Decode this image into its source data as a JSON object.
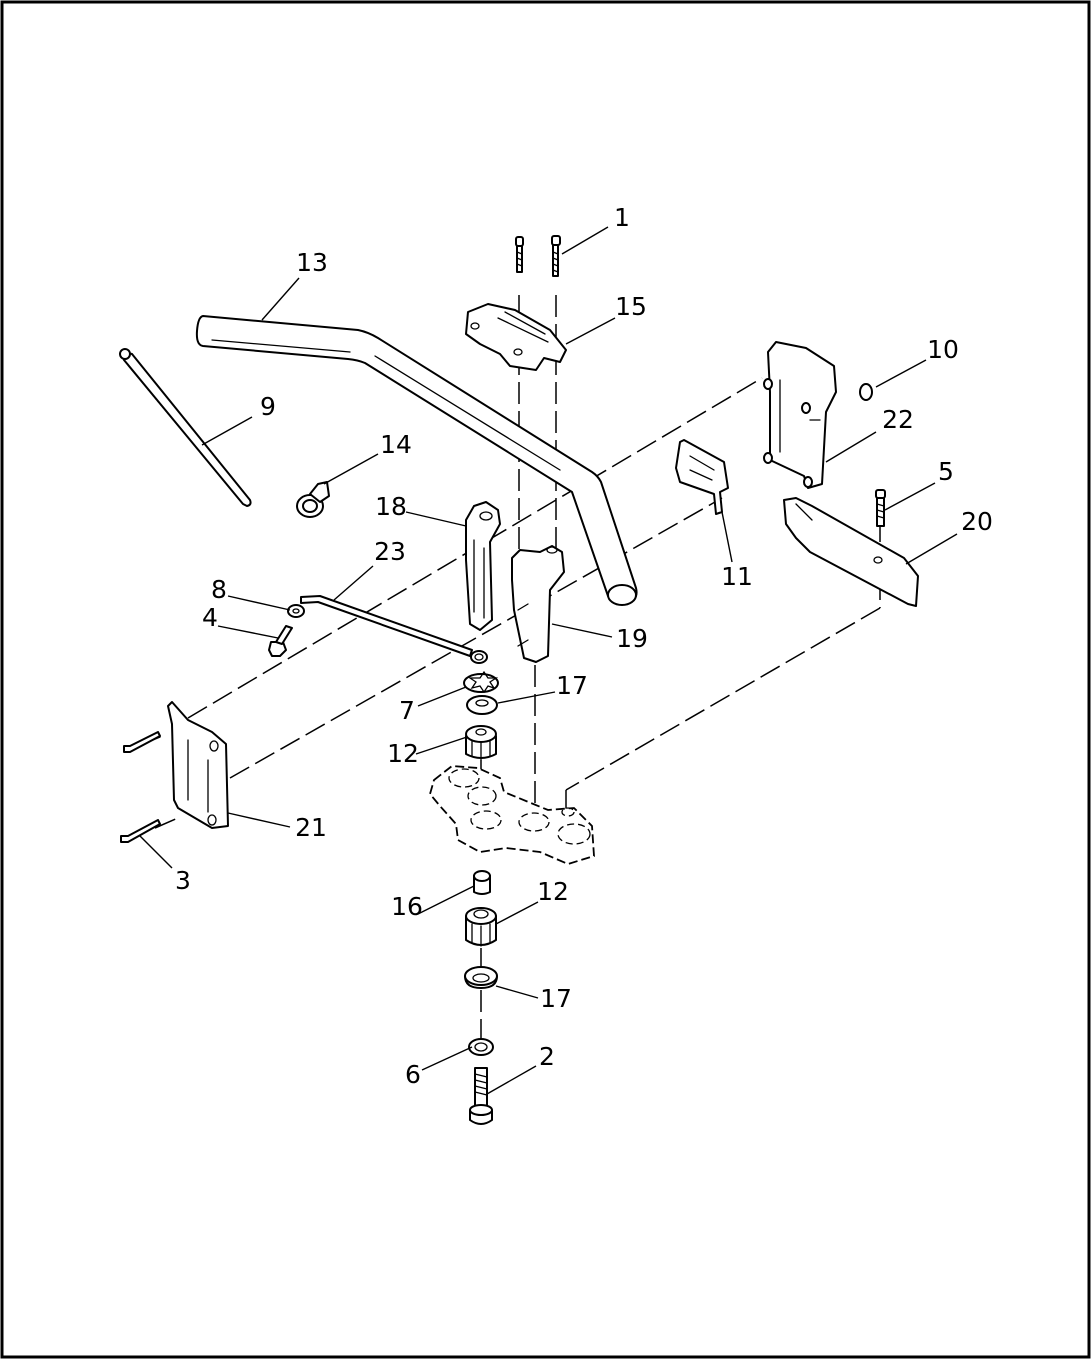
{
  "figure": {
    "border_color": "#000000",
    "background": "#ffffff",
    "callouts": [
      {
        "id": "1",
        "label": "1"
      },
      {
        "id": "2",
        "label": "2"
      },
      {
        "id": "3",
        "label": "3"
      },
      {
        "id": "4",
        "label": "4"
      },
      {
        "id": "5",
        "label": "5"
      },
      {
        "id": "6",
        "label": "6"
      },
      {
        "id": "7",
        "label": "7"
      },
      {
        "id": "8",
        "label": "8"
      },
      {
        "id": "9",
        "label": "9"
      },
      {
        "id": "10",
        "label": "10"
      },
      {
        "id": "11",
        "label": "11"
      },
      {
        "id": "12a",
        "label": "12"
      },
      {
        "id": "12b",
        "label": "12"
      },
      {
        "id": "13",
        "label": "13"
      },
      {
        "id": "14",
        "label": "14"
      },
      {
        "id": "15",
        "label": "15"
      },
      {
        "id": "16",
        "label": "16"
      },
      {
        "id": "17a",
        "label": "17"
      },
      {
        "id": "17b",
        "label": "17"
      },
      {
        "id": "18",
        "label": "18"
      },
      {
        "id": "19",
        "label": "19"
      },
      {
        "id": "20",
        "label": "20"
      },
      {
        "id": "21",
        "label": "21"
      },
      {
        "id": "22",
        "label": "22"
      },
      {
        "id": "23",
        "label": "23"
      }
    ]
  }
}
